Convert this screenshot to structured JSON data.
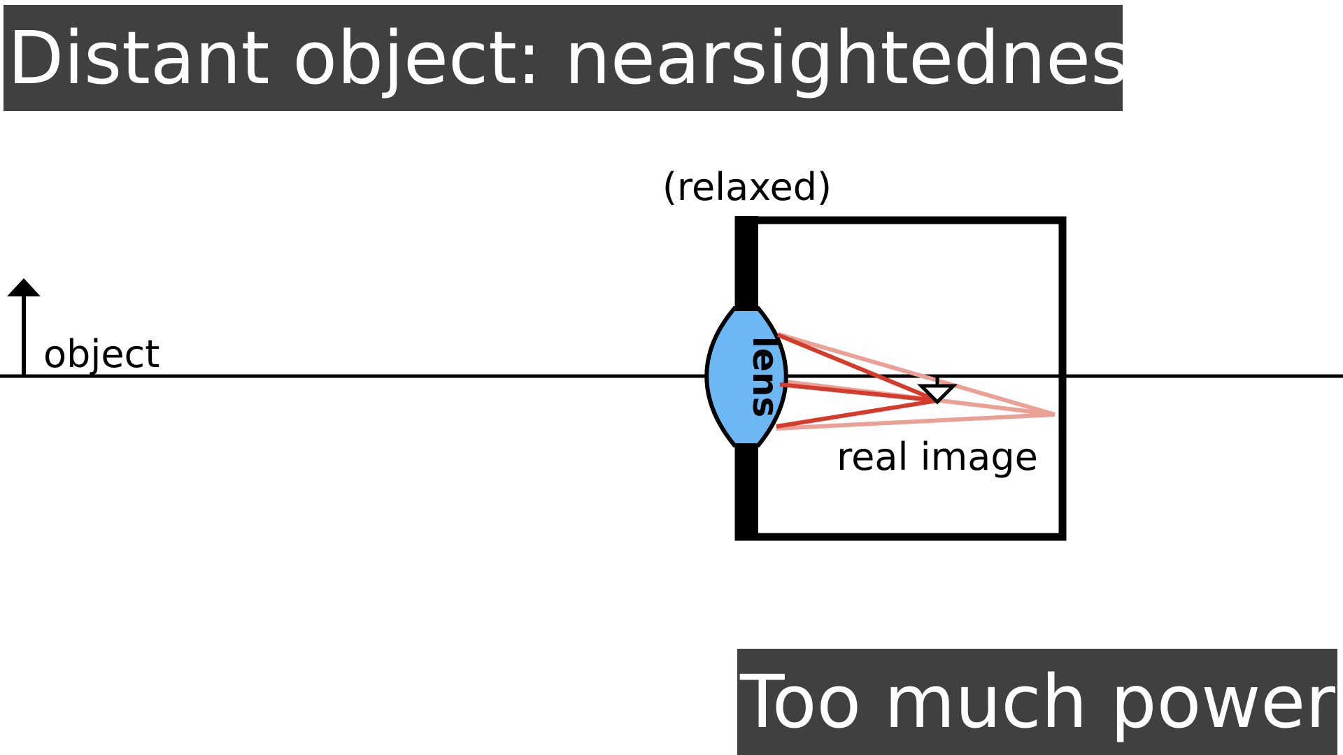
{
  "slide": {
    "title": "Distant object: nearsightedness",
    "caption": "Too much power"
  },
  "diagram": {
    "eye_state_label": "(relaxed)",
    "object_label": "object",
    "lens_label": "lens",
    "image_label": "real image",
    "colors": {
      "banner_bg": "#404040",
      "banner_text": "#ffffff",
      "lens_fill": "#6cb8f5",
      "ray_strong": "#d63a2a",
      "ray_faint": "#eaa094",
      "line": "#000000"
    }
  }
}
